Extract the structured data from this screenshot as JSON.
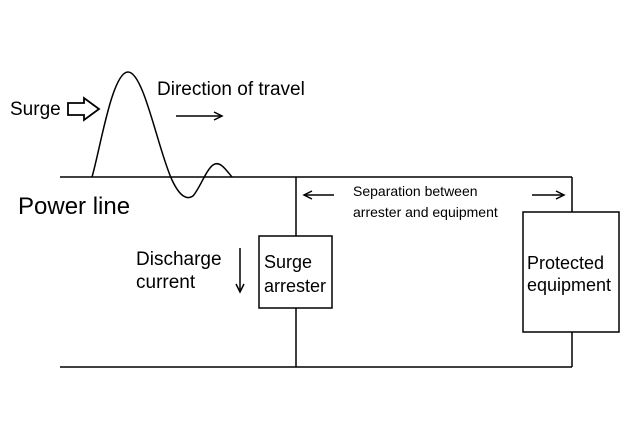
{
  "labels": {
    "surge": "Surge",
    "direction": "Direction of travel",
    "power_line": "Power line",
    "separation_line1": "Separation between",
    "separation_line2": "arrester and equipment",
    "discharge_line1": "Discharge",
    "discharge_line2": "current",
    "arrester_line1": "Surge",
    "arrester_line2": "arrester",
    "equipment_line1": "Protected",
    "equipment_line2": "equipment"
  },
  "colors": {
    "line": "#000000",
    "background": "#ffffff"
  }
}
